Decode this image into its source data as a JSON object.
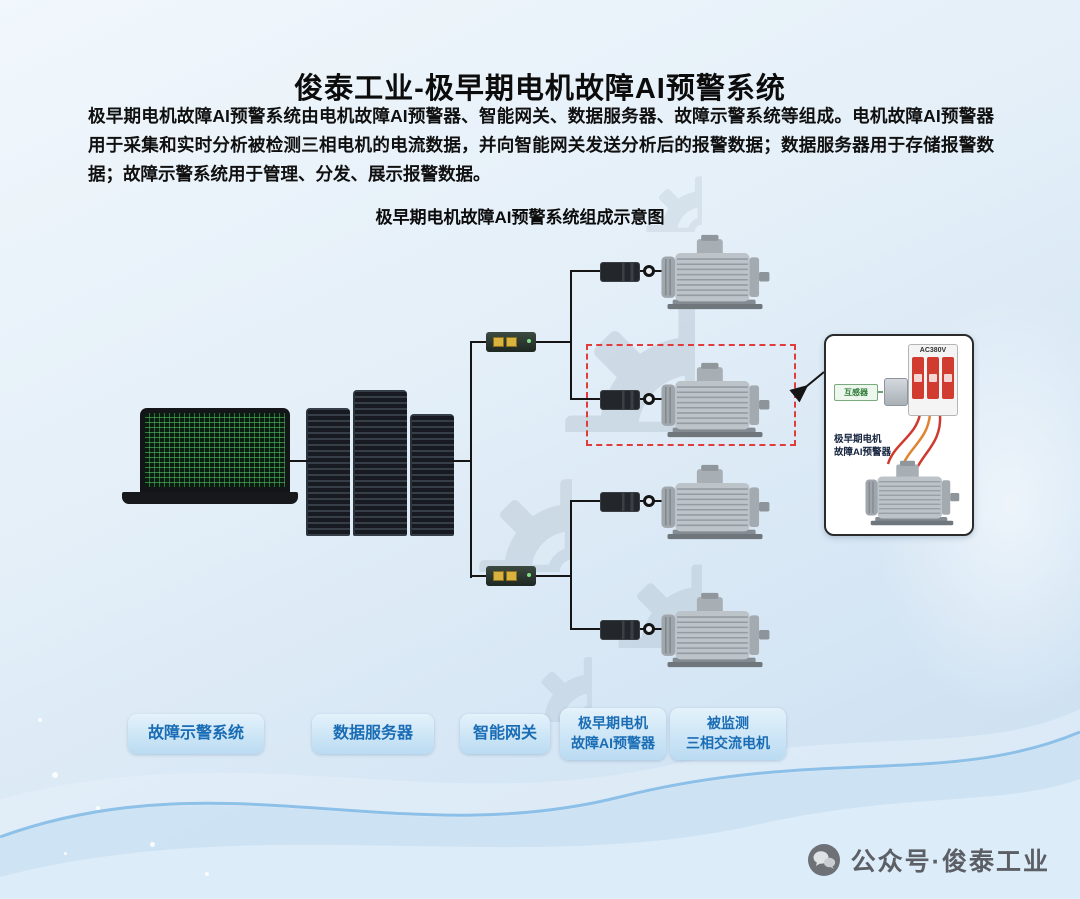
{
  "header": {
    "title": "俊泰工业-极早期电机故障AI预警系统",
    "description": "极早期电机故障AI预警系统由电机故障AI预警器、智能网关、数据服务器、故障示警系统等组成。电机故障AI预警器用于采集和实时分析被检测三相电机的电流数据，并向智能网关发送分析后的报警数据；数据服务器用于存储报警数据；故障示警系统用于管理、分发、展示报警数据。"
  },
  "diagram": {
    "title": "极早期电机故障AI预警系统组成示意图",
    "callout": {
      "power_label": "AC380V",
      "transformer_label": "互感器",
      "device_label": "极早期电机\n故障AI预警器"
    }
  },
  "legend": [
    {
      "label": "故障示警系统"
    },
    {
      "label": "数据服务器"
    },
    {
      "label": "智能网关"
    },
    {
      "label": "极早期电机\n故障AI预警器"
    },
    {
      "label": "被监测\n三相交流电机"
    }
  ],
  "footer": {
    "watermark": "公众号·俊泰工业"
  },
  "colors": {
    "legend_text": "#1a6db5",
    "highlight_red": "#e23b3b",
    "line": "#151515"
  }
}
